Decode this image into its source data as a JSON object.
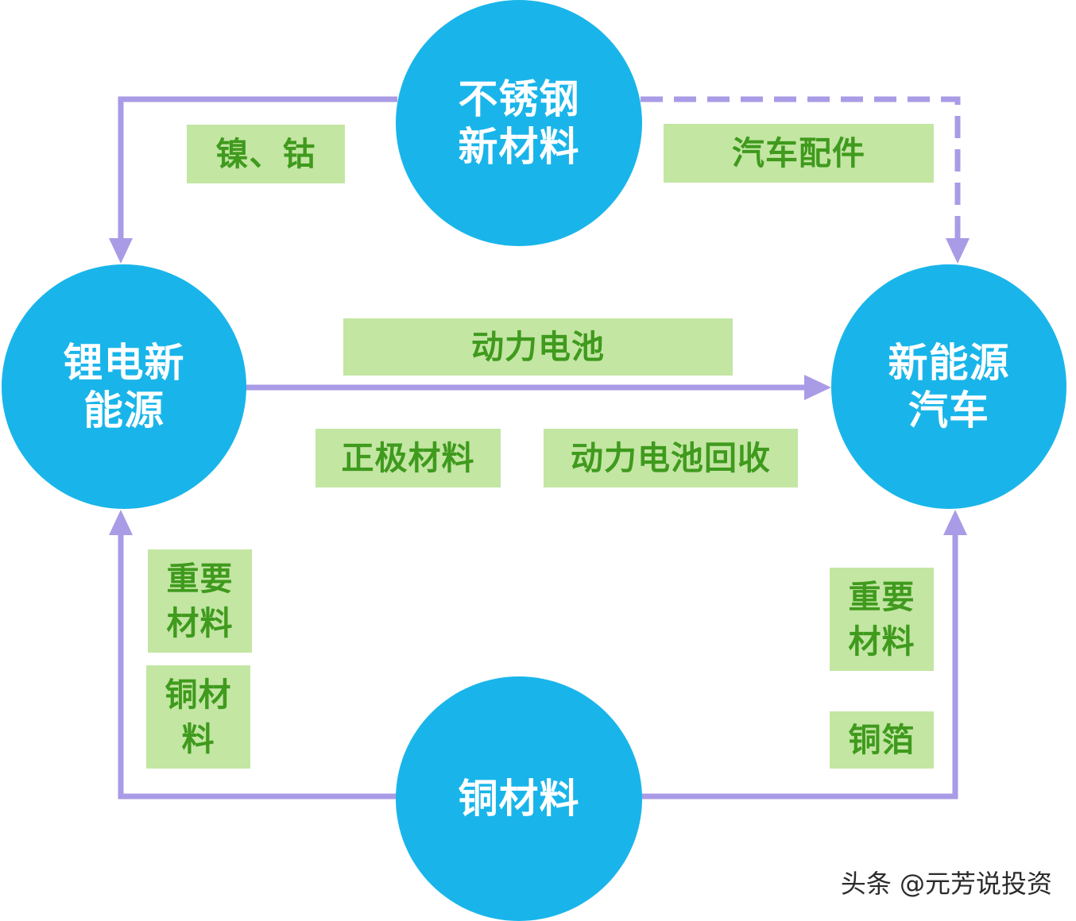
{
  "colors": {
    "node_fill": "#19b5ea",
    "node_text": "#ffffff",
    "label_fill": "#c3e6a3",
    "label_text": "#3f9a1d",
    "connector": "#a99be6"
  },
  "nodes": {
    "stainless": "不锈钢\n新材料",
    "lithium": "锂电新\n能源",
    "nev": "新能源\n汽车",
    "copper": "铜材料"
  },
  "labels": {
    "nickel_cobalt": "镍、钴",
    "auto_parts": "汽车配件",
    "power_battery": "动力电池",
    "cathode_material": "正极材料",
    "battery_recycling": "动力电池回收",
    "important_material_left": "重要\n材料",
    "copper_material_left": "铜材\n料",
    "important_material_right": "重要\n材料",
    "copper_foil": "铜箔"
  },
  "watermark": "头条 @元芳说投资"
}
